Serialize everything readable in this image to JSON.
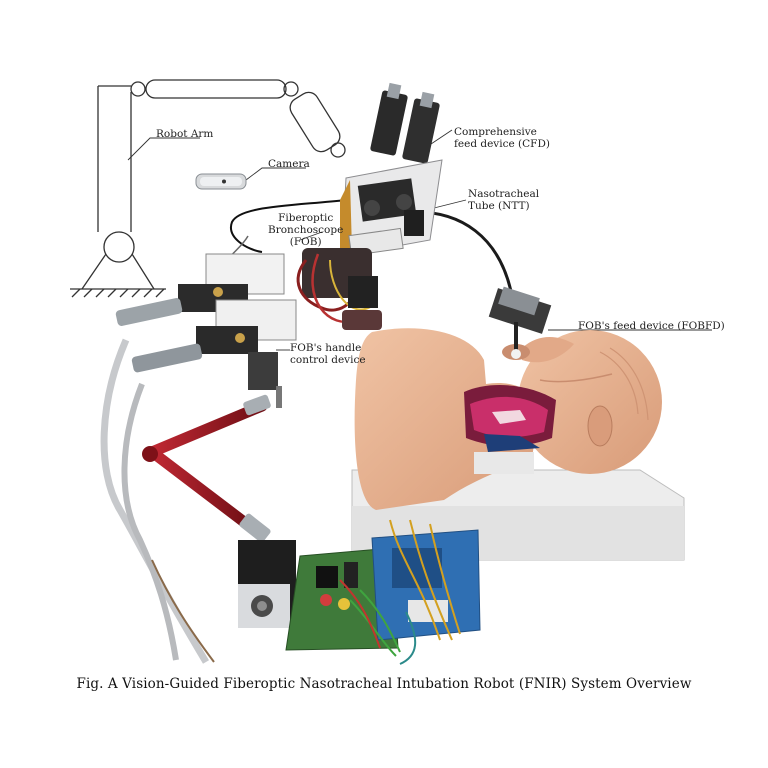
{
  "labels": {
    "robot_arm": "Robot Arm",
    "camera": "Camera",
    "cfd": [
      "Comprehensive",
      "feed device (CFD)"
    ],
    "ntt": [
      "Nasotracheal",
      "Tube (NTT)"
    ],
    "fob": [
      "Fiberoptic",
      "Bronchoscope",
      "(FOB)"
    ],
    "fobfd": "FOB's feed device (FOBFD)",
    "handle": [
      "FOB's handle",
      "control device"
    ]
  },
  "caption": "Fig. A Vision-Guided Fiberoptic Nasotracheal Intubation Robot (FNIR) System Overview",
  "colors": {
    "manikin_skin": "#e7b594",
    "stand_gray": "#ececec",
    "red_arm": "#9b1a22",
    "pcb_blue": "#2f6fb3",
    "pcb_green": "#3f7a3a"
  }
}
